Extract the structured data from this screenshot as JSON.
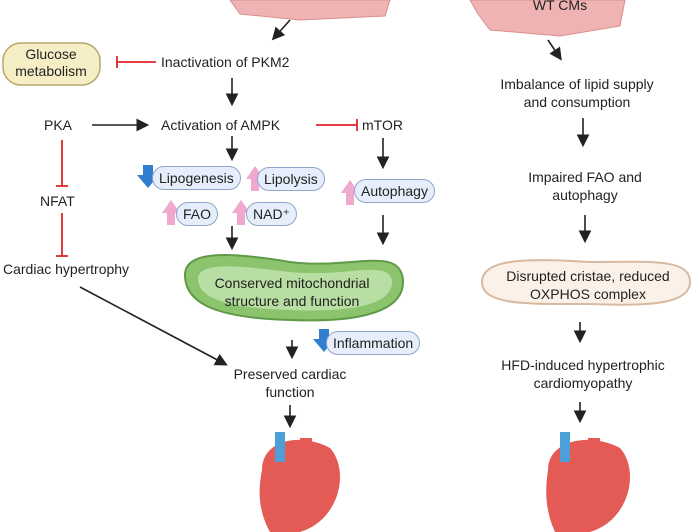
{
  "top_right_cell_label": "WT CMs",
  "left": {
    "glucose": "Glucose metabolism",
    "pkm2": "Inactivation of PKM2",
    "pka": "PKA",
    "ampk": "Activation of AMPK",
    "mtor": "mTOR",
    "nfat": "NFAT",
    "hypertrophy": "Cardiac hypertrophy",
    "lipogenesis": "Lipogenesis",
    "lipolysis": "Lipolysis",
    "fao": "FAO",
    "nad": "NAD⁺",
    "autophagy": "Autophagy",
    "mito_line1": "Conserved mitochondrial",
    "mito_line2": "structure and function",
    "inflammation": "Inflammation",
    "preserved_line1": "Preserved cardiac",
    "preserved_line2": "function"
  },
  "right": {
    "imbalance_line1": "Imbalance of lipid supply",
    "imbalance_line2": "and consumption",
    "impaired_line1": "Impaired FAO and",
    "impaired_line2": "autophagy",
    "disrupted_line1": "Disrupted cristae, reduced",
    "disrupted_line2": "OXPHOS complex",
    "hfd_line1": "HFD-induced hypertrophic",
    "hfd_line2": "cardiomyopathy"
  },
  "colors": {
    "activate": "#222222",
    "inhibit": "#e0262b",
    "up": "#f0a8cf",
    "down": "#2f7fce",
    "mito": "#8cc46e",
    "pill": "#e6eefb",
    "glucose": "#f6efc6"
  }
}
